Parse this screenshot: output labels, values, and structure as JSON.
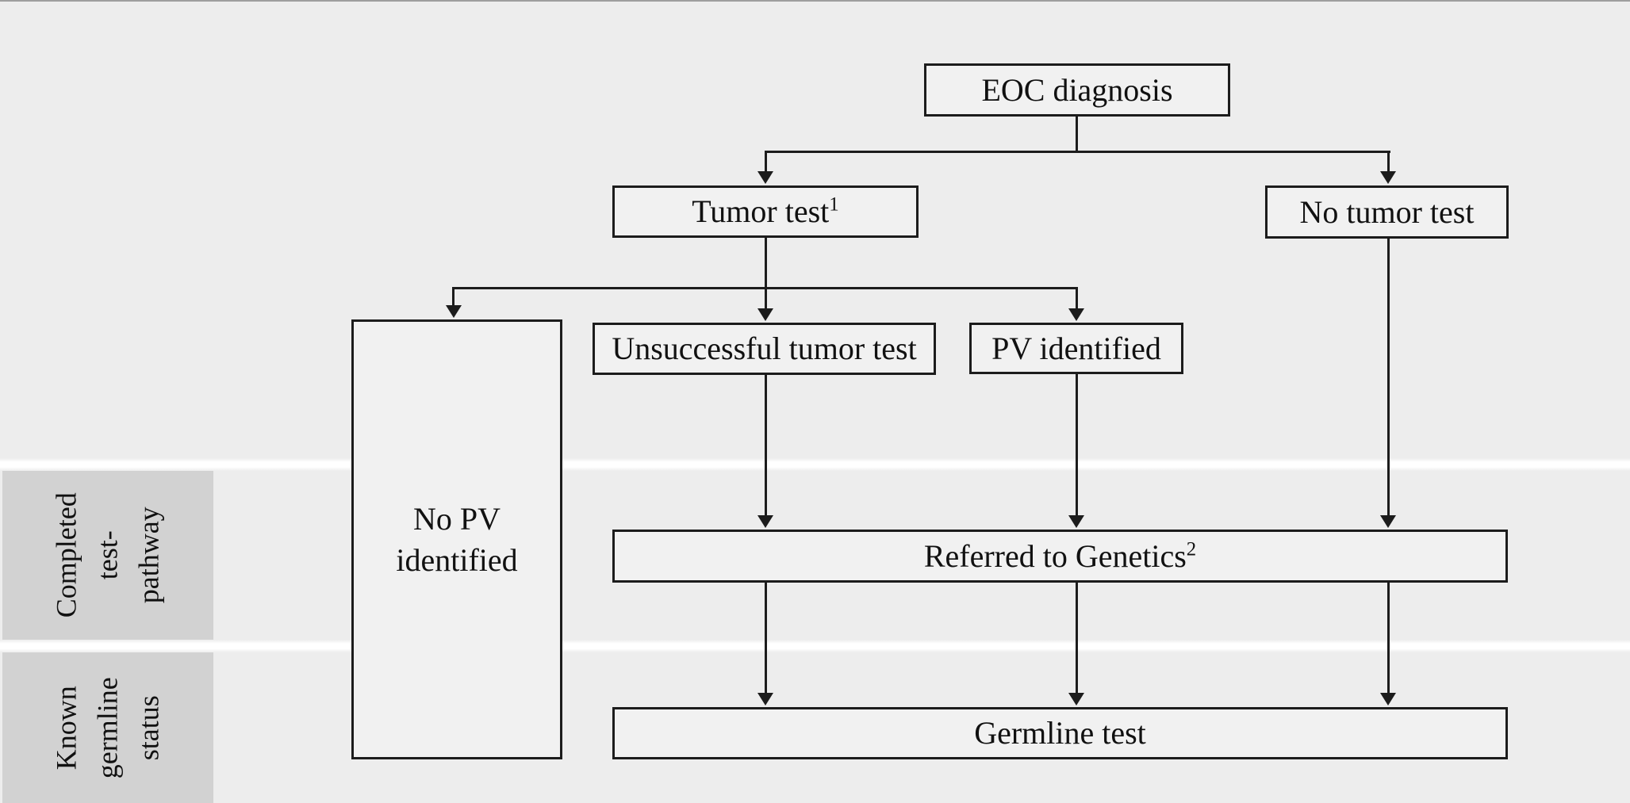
{
  "diagram": {
    "type": "flowchart",
    "colors": {
      "background": "#ededed",
      "node_fill": "#f1f1f1",
      "node_border": "#1c1c1c",
      "row_label_background": "#d2d2d2",
      "separator_band": "#ffffff",
      "top_edge_line": "#9e9e9e"
    },
    "nodes": {
      "eoc": {
        "label": "EOC diagnosis"
      },
      "tumor_test": {
        "label": "Tumor test",
        "superscript": "1"
      },
      "no_tumor_test": {
        "label": "No tumor test"
      },
      "no_pv_identified": {
        "label": "No PV identified"
      },
      "unsuccessful_tumor_test": {
        "label": "Unsuccessful tumor test"
      },
      "pv_identified": {
        "label": "PV identified"
      },
      "referred_to_genetics": {
        "label": "Referred to Genetics",
        "superscript": "2"
      },
      "germline_test": {
        "label": "Germline test"
      }
    },
    "row_labels": [
      {
        "lines": [
          "Completed",
          "test-",
          "pathway"
        ]
      },
      {
        "lines": [
          "Known",
          "germline",
          "status"
        ]
      }
    ],
    "edges": [
      {
        "from": "eoc",
        "to": "tumor_test"
      },
      {
        "from": "eoc",
        "to": "no_tumor_test"
      },
      {
        "from": "tumor_test",
        "to": "no_pv_identified"
      },
      {
        "from": "tumor_test",
        "to": "unsuccessful_tumor_test"
      },
      {
        "from": "tumor_test",
        "to": "pv_identified"
      },
      {
        "from": "unsuccessful_tumor_test",
        "to": "referred_to_genetics"
      },
      {
        "from": "pv_identified",
        "to": "referred_to_genetics"
      },
      {
        "from": "no_tumor_test",
        "to": "referred_to_genetics"
      },
      {
        "from": "referred_to_genetics",
        "to": "germline_test",
        "lane": "left"
      },
      {
        "from": "referred_to_genetics",
        "to": "germline_test",
        "lane": "center"
      },
      {
        "from": "referred_to_genetics",
        "to": "germline_test",
        "lane": "right"
      }
    ]
  }
}
